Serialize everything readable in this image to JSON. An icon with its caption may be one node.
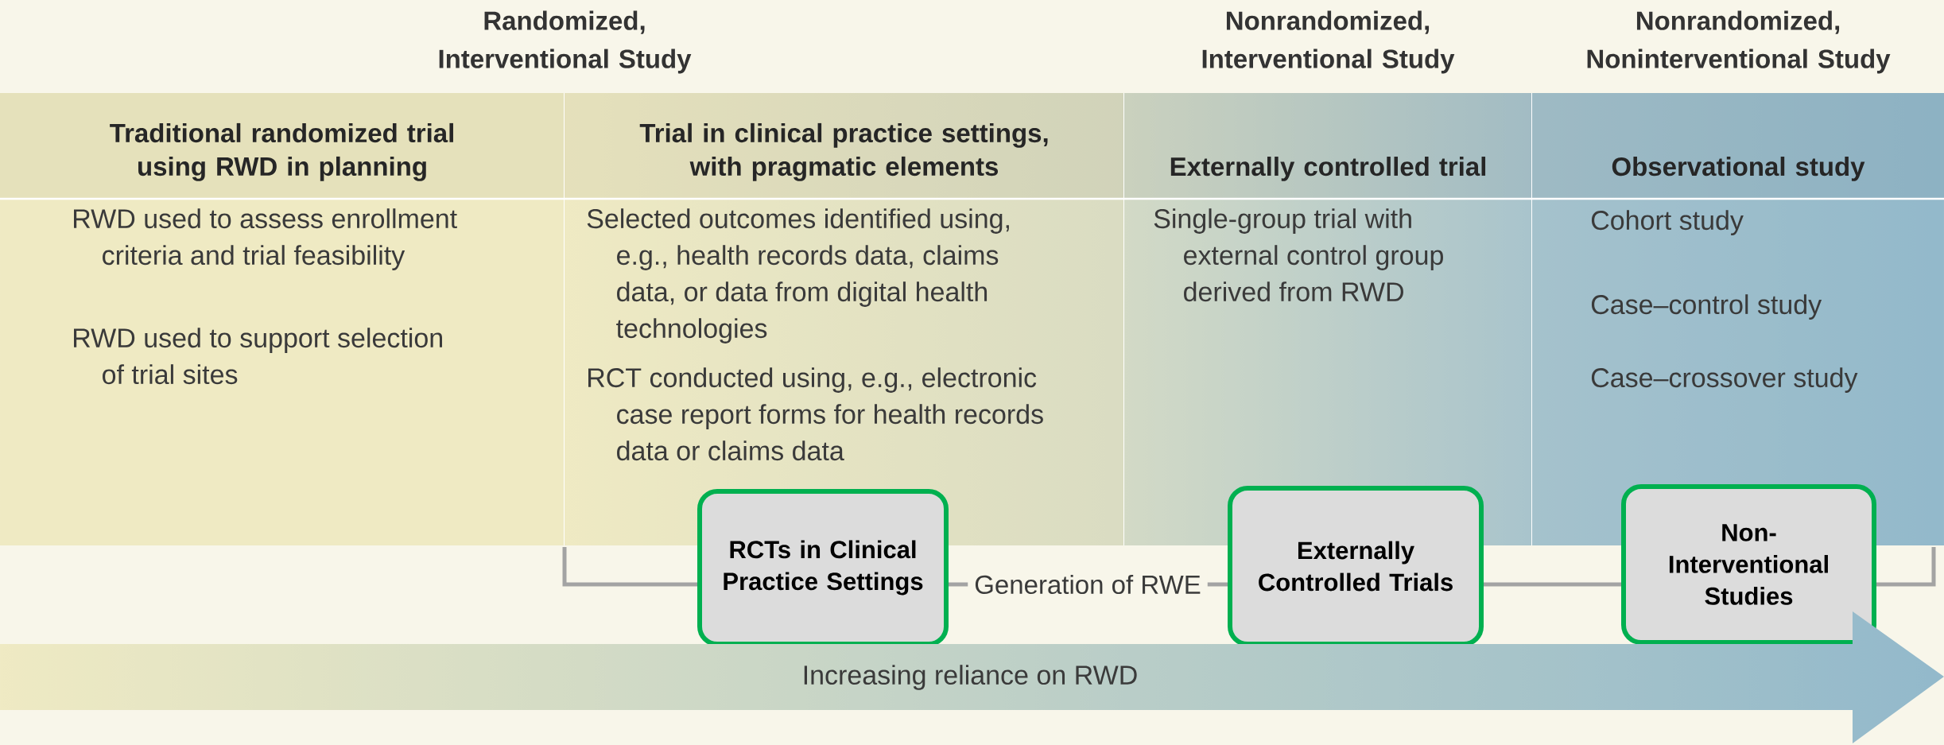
{
  "diagram": {
    "nodes": [
      {
        "text": [
          "Traditional randomized trial using RWD in planning",
          "RWD used to assess enrollment criteria and trial feasibility",
          "RWD used to support selection of trial sites"
        ]
      },
      {
        "text": [
          "Trial in clinical practice settings, with pragmatic elements",
          "Selected outcomes identified using, e.g., health records data, claims data, or data from digital health technologies",
          "RCT conducted using, e.g., electronic case report forms for health records data or claims data"
        ]
      },
      {
        "text": [
          "Externally controlled trial",
          "Single-group trial with external control group derived from RWD"
        ]
      },
      {
        "text": [
          "Observational study",
          "Cohort study",
          "Case–control study",
          "Case–crossover study"
        ]
      },
      {
        "text": [
          "RCTs in Clinical Practice Settings"
        ]
      },
      {
        "text": [
          "Externally Controlled Trials"
        ]
      },
      {
        "text": [
          "Non-Interventional Studies"
        ]
      },
      {
        "text": [
          "Increasing reliance on RWD"
        ]
      }
    ],
    "labels": [
      "Randomized, Interventional Study",
      "Nonrandomized, Interventional Study",
      "Nonrandomized, Noninterventional Study",
      "Generation of RWE"
    ]
  }
}
